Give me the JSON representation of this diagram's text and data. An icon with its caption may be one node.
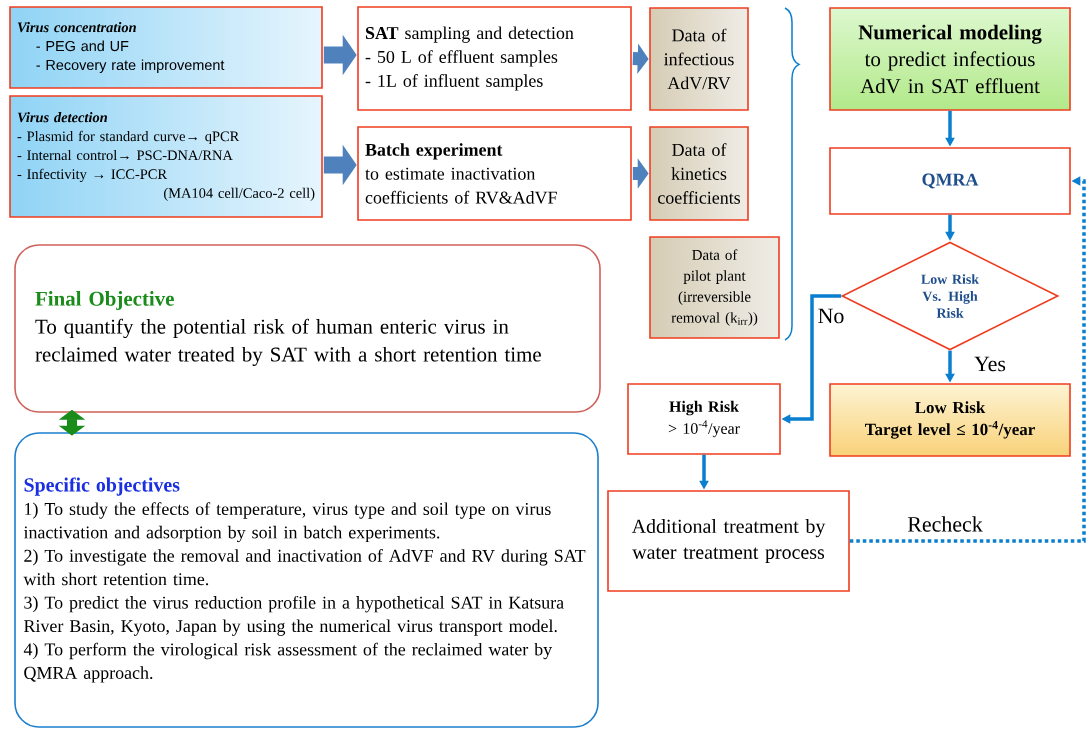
{
  "diagram": {
    "nodes": [
      {
        "text": [
          "Virus concentration",
          "- PEG and UF",
          "- Recovery rate improvement"
        ]
      },
      {
        "text": [
          "Virus detection",
          "- Plasmid for standard curve→ qPCR",
          "- Internal control→ PSC-DNA/RNA",
          "- Infectivity → ICC-PCR",
          "(MA104 cell/Caco-2 cell)"
        ]
      },
      {
        "text": [
          "**SAT** sampling and detection",
          "- 50 L of effluent samples",
          "- 1L of influent samples"
        ]
      },
      {
        "text": [
          "Batch experiment",
          "to estimate inactivation coefficients of RV&AdVF"
        ]
      },
      {
        "text": [
          "Data of infectious AdV/RV"
        ]
      },
      {
        "text": [
          "Data of kinetics coefficients"
        ]
      },
      {
        "text": [
          "Data of pilot plant (irreversible removal (k$_{irr}$))"
        ]
      },
      {
        "text": [
          "Numerical modeling",
          "to predict infectious AdV in SAT effluent"
        ]
      },
      {
        "text": [
          "QMRA"
        ]
      },
      {
        "text": [
          "Low Risk Vs. High Risk"
        ]
      },
      {
        "text": [
          "High Risk",
          "> 10$^{-4}$/year"
        ]
      },
      {
        "text": [
          "Low Risk",
          "Target level ≤ 10$^{-4}$/year"
        ]
      },
      {
        "text": [
          "Additional treatment by water treatment process"
        ]
      },
      {
        "text": [
          "Final Objective",
          "To quantify the potential risk of human enteric virus in reclaimed water treated by SAT with a short retention time"
        ]
      },
      {
        "text": [
          "Specific objectives",
          "1) To study the effects of temperature, virus type and soil type on virus inactivation and adsorption by soil in batch experiments.",
          "2) To investigate the removal and inactivation of AdVF and RV during SAT with short retention time.",
          "3) To predict the virus reduction profile in a hypothetical SAT in Katsura River Basin, Kyoto, Japan by using the numerical virus transport model.",
          "4) To perform the virological risk assessment of the reclaimed water by QMRA approach."
        ]
      }
    ],
    "edges": [
      {
        "from": 0,
        "to": 2,
        "arrow": "to",
        "style": "thick",
        "color": "#4f81bd"
      },
      {
        "from": 1,
        "to": 3,
        "arrow": "to",
        "style": "thick",
        "color": "#4f81bd"
      },
      {
        "from": 2,
        "to": 4,
        "arrow": "to",
        "style": "thick",
        "color": "#4f81bd"
      },
      {
        "from": 3,
        "to": 5,
        "arrow": "to",
        "style": "thick",
        "color": "#4f81bd"
      },
      {
        "from": 7,
        "to": 8,
        "arrow": "to"
      },
      {
        "from": 8,
        "to": 9,
        "arrow": "to"
      },
      {
        "from": 9,
        "to": 10,
        "arrow": "to",
        "label": "No"
      },
      {
        "from": 9,
        "to": 11,
        "arrow": "to",
        "label": "Yes"
      },
      {
        "from": 10,
        "to": 12,
        "arrow": "to"
      },
      {
        "from": 12,
        "to": 8,
        "arrow": "to",
        "label": "Recheck",
        "style": "dashed"
      },
      {
        "from": 13,
        "to": 14,
        "arrow": "both",
        "style": "thick",
        "color": "#1a8c1a"
      }
    ]
  }
}
